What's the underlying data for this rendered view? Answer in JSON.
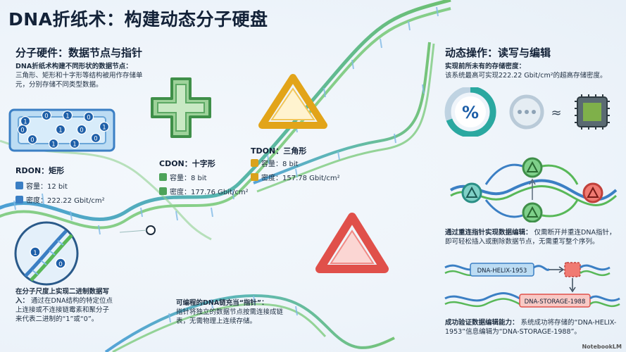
{
  "title": "DNA折纸术：构建动态分子硬盘",
  "left": {
    "heading": "分子硬件：数据节点与指针",
    "intro_bold": "DNA折纸术构建不同形状的数据节点：",
    "intro_text": "三角形、矩形和十字形等结构被用作存储单元，分别存储不同类型数据。",
    "rdon": {
      "label": "RDON：矩形",
      "capacity": "容量：12 bit",
      "density": "密度：222.22 Gbit/cm²",
      "bits": [
        "1",
        "0",
        "1",
        "0",
        "1",
        "0",
        "1",
        "1",
        "0",
        "0",
        "1",
        "0"
      ]
    },
    "binary_bold": "在分子尺度上实现二进制数据写入：",
    "binary_text": "通过在DNA结构的特定位点上连接或不连接链霉素和聚分子来代表二进制的“1”或“0”。"
  },
  "middle": {
    "cdon": {
      "label": "CDON：十字形",
      "capacity": "容量：8 bit",
      "density": "密度：177.76 Gbit/cm²"
    },
    "tdon": {
      "label": "TDON：三角形",
      "capacity": "容量：8 bit",
      "density": "密度：157.78 Gbit/cm²"
    },
    "pointer_bold": "可编程的DNA链充当“指针”：",
    "pointer_text": "指针将独立的数据节点按需连接成链表，无需物理上连续存储。"
  },
  "right": {
    "heading": "动态操作：读写与编辑",
    "density_bold": "实现前所未有的存储密度：",
    "density_text": "该系统最高可实现222.22 Gbit/cm²的超高存储密度。",
    "percent_symbol": "%",
    "approx_symbol": "≈",
    "relink_bold": "通过重连指针实现数据编辑：",
    "relink_text": "仅需断开并重连DNA指针，即可轻松插入或删除数据节点，无需重写整个序列。",
    "helix_label": "DNA-HELIX-1953",
    "storage_label": "DNA-STORAGE-1988",
    "verify_bold": "成功验证数据编辑能力：",
    "verify_text": "系统成功将存储的“DNA-HELIX-1953”信息编辑为“DNA-STORAGE-1988”。"
  },
  "footer": "NotebookLM",
  "colors": {
    "green": "#4da35a",
    "orange": "#e2a419",
    "red": "#e0504a",
    "blue": "#3b7fc4",
    "teal": "#2aa8a0"
  }
}
